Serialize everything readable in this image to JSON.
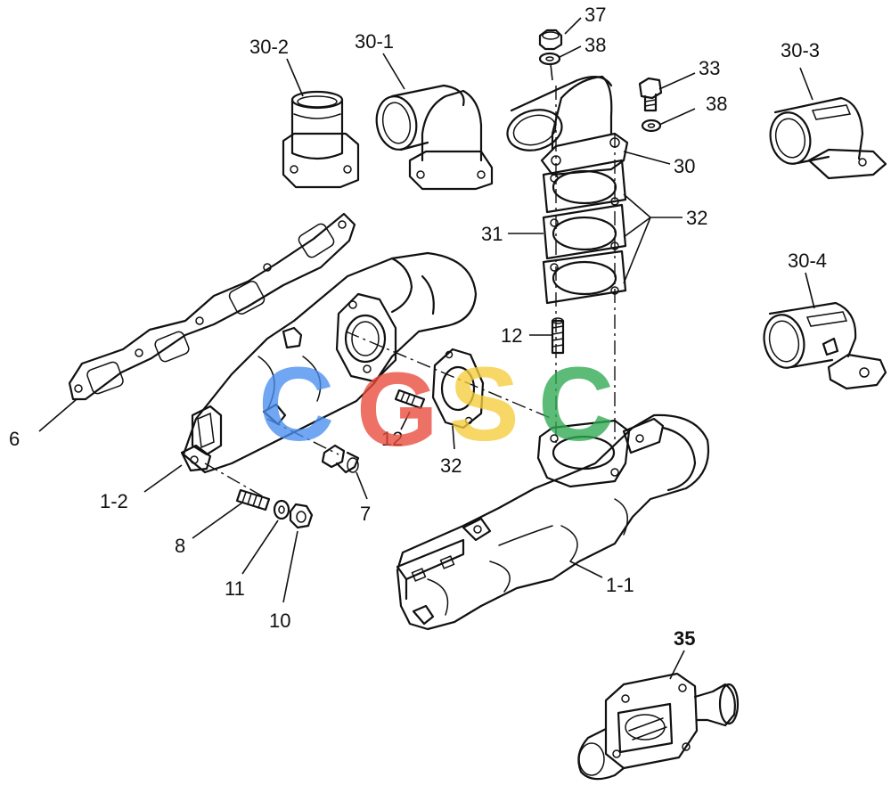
{
  "labels": {
    "p37": "37",
    "p38a": "38",
    "p30_2": "30-2",
    "p30_1": "30-1",
    "p33": "33",
    "p38b": "38",
    "p30_3": "30-3",
    "p30": "30",
    "p31": "31",
    "p32a": "32",
    "p30_4": "30-4",
    "p12a": "12",
    "p6": "6",
    "p12b": "12",
    "p32b": "32",
    "p1_2": "1-2",
    "p7": "7",
    "p8": "8",
    "p11": "11",
    "p10": "10",
    "p1_1": "1-1",
    "p35": "35"
  },
  "watermark": {
    "letters": [
      "C",
      "G",
      "S",
      "C"
    ],
    "colors": [
      "#4a8ef0",
      "#ea4a3c",
      "#f6cc3a",
      "#2faa52"
    ]
  }
}
